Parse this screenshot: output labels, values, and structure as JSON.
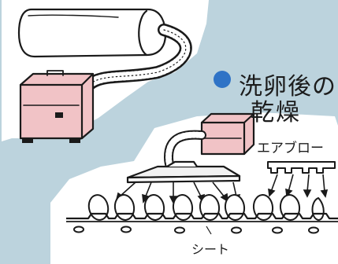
{
  "title": {
    "line1": "洗卵後の",
    "line2": "乾燥"
  },
  "labels": {
    "air_blow": "エアブロー",
    "sheet": "シート"
  },
  "colors": {
    "background": "#bcd3dd",
    "machine_fill": "#f1c3c6",
    "bullet": "#2f73c6",
    "outline": "#1a1a1a",
    "white": "#ffffff"
  },
  "icons": {
    "title_bullet": "blue-circle-bullet",
    "flow_arrows": "down-arrow"
  }
}
